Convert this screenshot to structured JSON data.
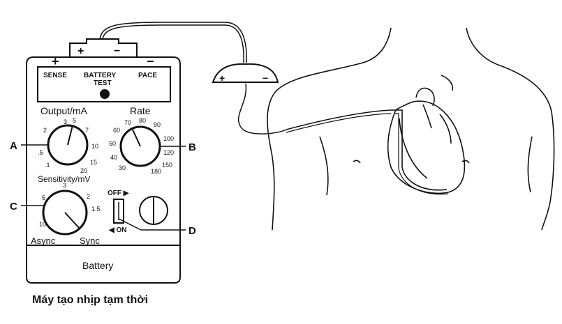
{
  "device": {
    "plus_top": "+",
    "minus_top": "−",
    "plus_left": "+",
    "minus_right": "−",
    "panel_sense": "SENSE",
    "panel_battery": "BATTERY",
    "panel_test": "TEST",
    "panel_pace": "PACE",
    "output_label": "Output/mA",
    "rate_label": "Rate",
    "sensitivity_label": "Sensitivity/mV",
    "async_label": "Async",
    "sync_label": "Sync",
    "battery_label": "Battery",
    "off_label": "OFF ▶",
    "on_label": "◀ ON",
    "output_ticks": [
      "3",
      "5",
      "7",
      "2",
      "10",
      ".5",
      "15",
      ".1",
      "20"
    ],
    "rate_ticks": [
      "70",
      "80",
      "90",
      "60",
      "100",
      "50",
      "120",
      "40",
      "150",
      "30",
      "180"
    ],
    "sens_ticks": [
      "3",
      "5",
      "2",
      "1.5",
      "10"
    ]
  },
  "electrode": {
    "plus": "+",
    "minus": "−"
  },
  "callouts": {
    "a": "A",
    "b": "B",
    "c": "C",
    "d": "D"
  },
  "caption": "Máy tạo nhịp tạm thời"
}
